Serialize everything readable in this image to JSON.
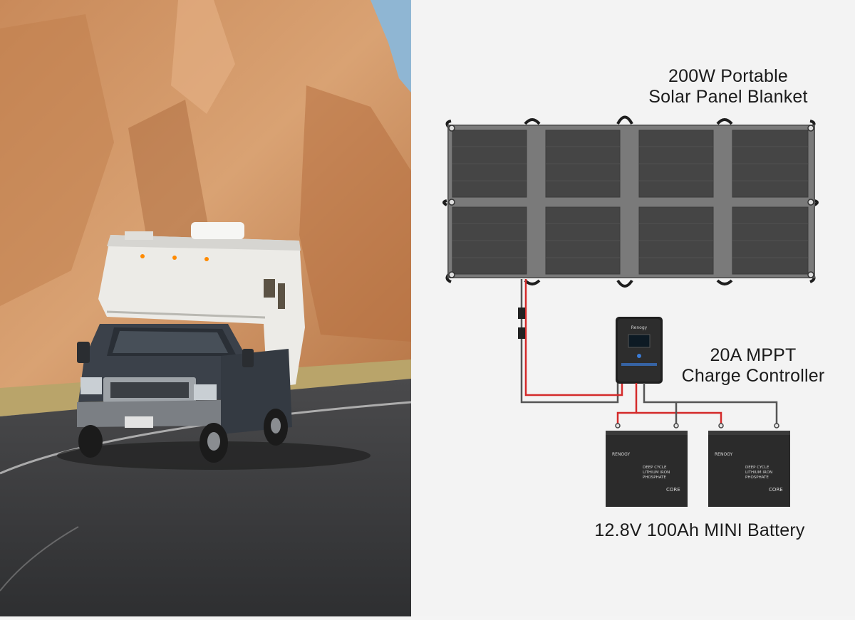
{
  "solar_panel": {
    "label_line1": "200W Portable",
    "label_line2": "Solar Panel Blanket"
  },
  "controller": {
    "label_line1": "20A MPPT",
    "label_line2": "Charge Controller",
    "brand": "Renogy"
  },
  "battery": {
    "label": "12.8V 100Ah MINI Battery",
    "brand": "RENOGY",
    "type_line1": "DEEP CYCLE",
    "type_line2": "LITHIUM IRON",
    "type_line3": "PHOSPHATE",
    "core_label": "CORE"
  },
  "colors": {
    "positive_wire": "#d42a2a",
    "negative_wire": "#555555",
    "panel_dark": "#4a4a4a",
    "panel_strap": "#8c8c8c",
    "battery_body": "#2b2b2b"
  }
}
